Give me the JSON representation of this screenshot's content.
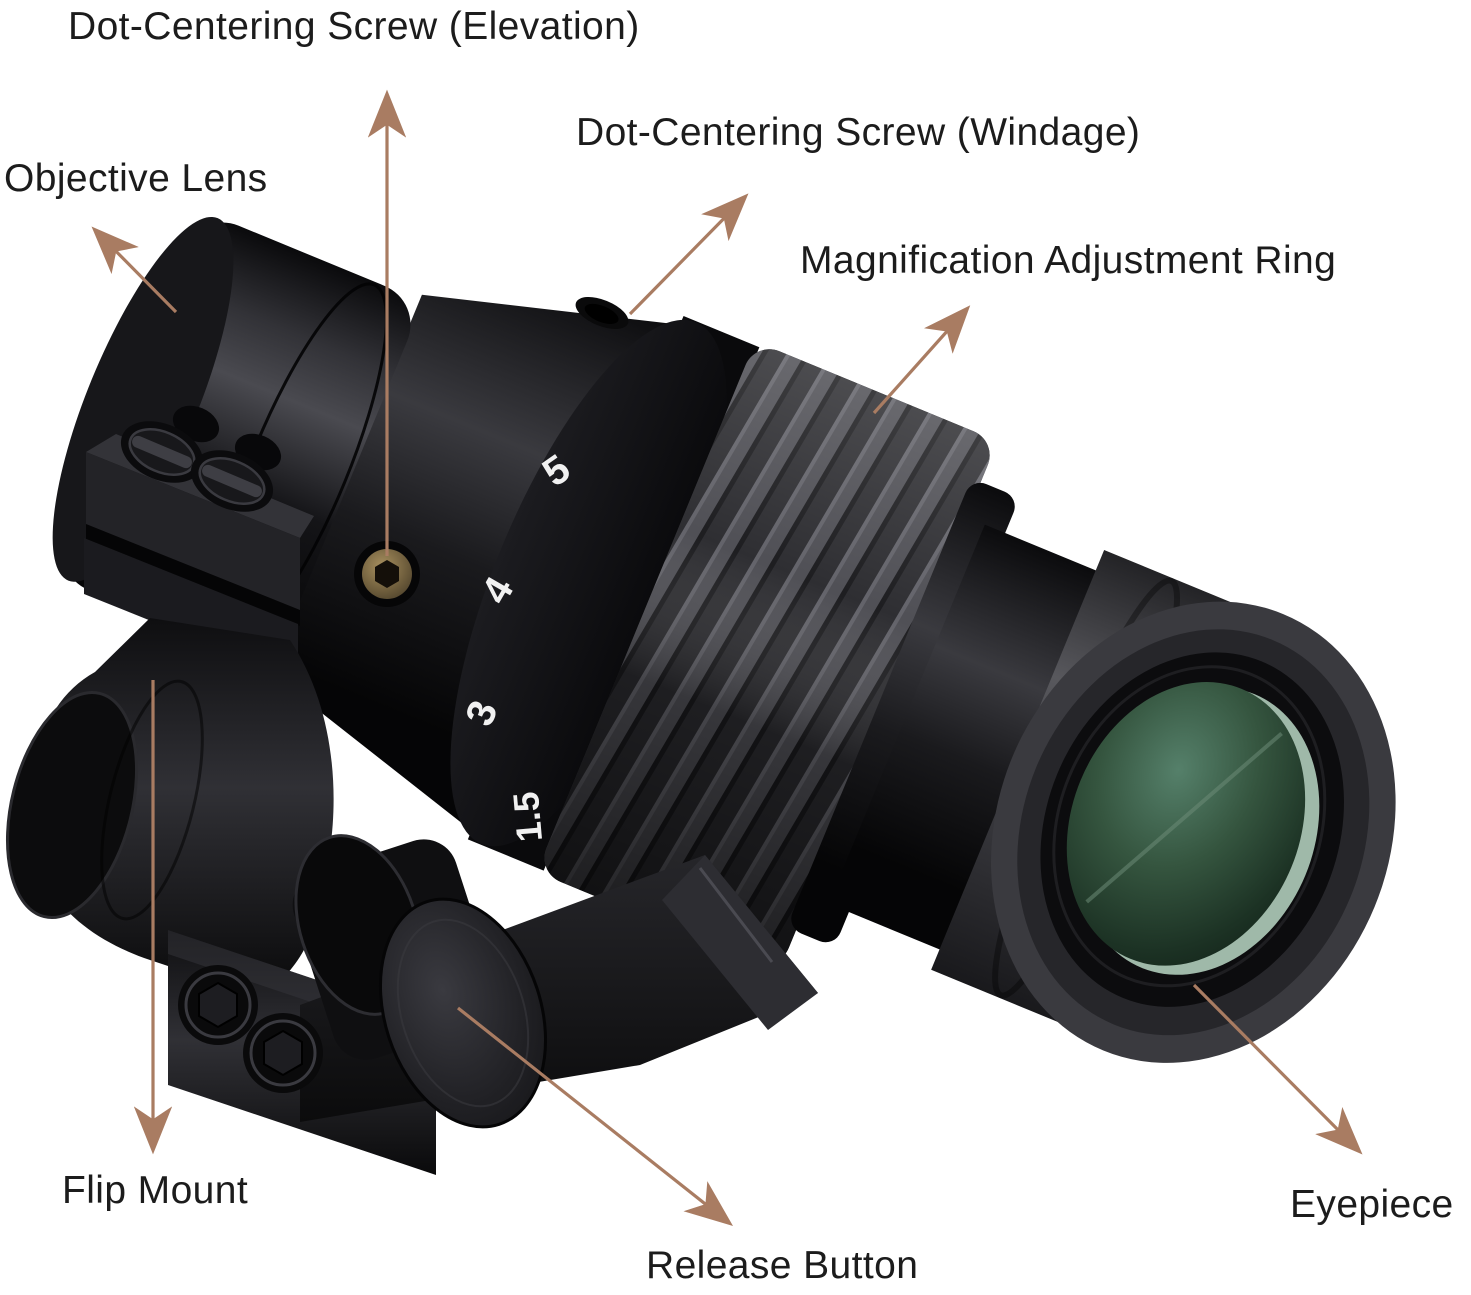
{
  "diagram": {
    "labels": {
      "elevation": "Dot-Centering Screw (Elevation)",
      "windage": "Dot-Centering Screw (Windage)",
      "objective": "Objective Lens",
      "magnification": "Magnification Adjustment Ring",
      "flip_mount": "Flip Mount",
      "release": "Release Button",
      "eyepiece": "Eyepiece"
    },
    "mag_scale": [
      "5",
      "4",
      "3",
      "1.5"
    ],
    "colors": {
      "background": "#ffffff",
      "arrow": "#a97c62",
      "label_text": "#1c1c1c",
      "body_black": "#111113",
      "rubber_gray": "#47474b",
      "lens_green": "#3c5b49",
      "brass_screw": "#8f7d55",
      "scale_numerals": "#f1f1f1"
    }
  }
}
